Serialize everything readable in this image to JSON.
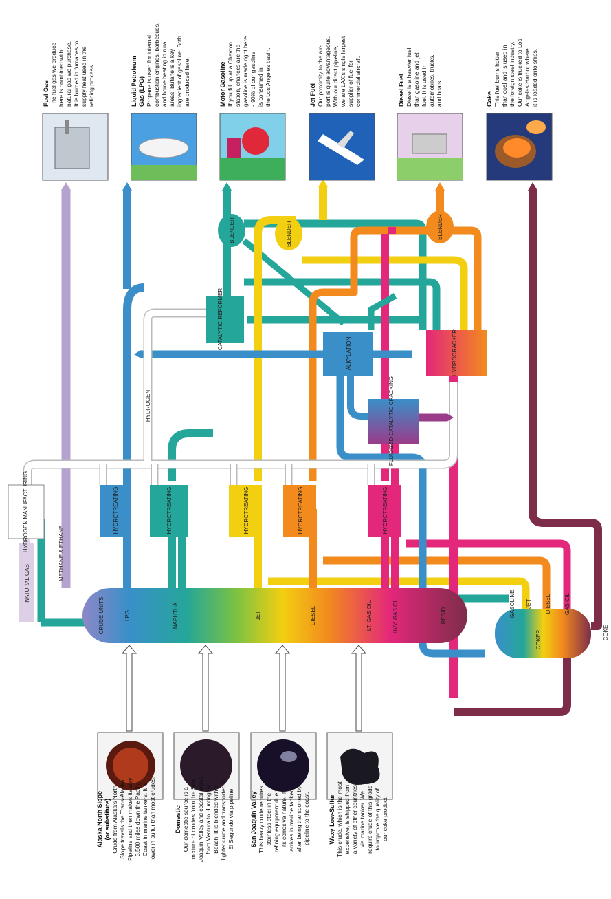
{
  "colors": {
    "purple": "#b6a2cf",
    "blue": "#3a8fc9",
    "teal": "#25a69a",
    "yellow": "#f2cf10",
    "orange": "#f28a1e",
    "magenta": "#e3277a",
    "maroon": "#7d2d4a",
    "white_pipe": "#ffffff"
  },
  "crude_units": {
    "title": "CRUDE UNITS",
    "streams": [
      "LPG",
      "NAPHTHA",
      "JET",
      "DIESEL",
      "LT. GAS OIL",
      "HVY. GAS OIL",
      "RESID"
    ],
    "methane": "METHANE & ETHANE"
  },
  "natural_gas": "NATURAL GAS",
  "hydrogen_manufacturing": "HYDROGEN MANUFACTURING",
  "hydrogen": "HYDROGEN",
  "hydrotreating": "HYDROTREATING",
  "units": {
    "catalytic_reformer": "CATALYTIC REFORMER",
    "alkylation": "ALKYLATION",
    "fcc": "FLUIDIZED CATALYTIC CRACKING",
    "hydrocracker": "HYDROCRACKER",
    "blender": "BLENDER"
  },
  "coker": {
    "title": "COKER",
    "streams": [
      "GASOLINE",
      "JET",
      "DIESEL",
      "GAS OIL"
    ],
    "coke": "COKE"
  },
  "products": [
    {
      "title": "Fuel Gas",
      "lines": [
        "The fuel gas we produce",
        "here is combined with",
        "natural gas we purchase.",
        "It is burned in furnaces to",
        "supply heat used in the",
        "refining process."
      ]
    },
    {
      "title": "Liquid Petroleum Gas (LPG)",
      "lines": [
        "Propane is used for internal",
        "combustion engines, barbecues,",
        "and home heating in rural",
        "areas. Butane is a key",
        "ingredient of gasoline. Both",
        "are produced here."
      ]
    },
    {
      "title": "Motor Gasoline",
      "lines": [
        "If you fill up at a Chevron",
        "station, chances are the",
        "gasoline is made right here",
        "- 90% of our gasoline",
        "is consumed in",
        "the Los Angeles basin."
      ]
    },
    {
      "title": "Jet Fuel",
      "lines": [
        "Our proximity to the air-",
        "port is quite advantageous.",
        "With our direct pipeline,",
        "we are LAX's single largest",
        "supplier of fuel for",
        "commercial aircraft."
      ]
    },
    {
      "title": "Diesel Fuel",
      "lines": [
        "Diesel is a heavier fuel",
        "than gasoline and jet",
        "fuel. It is used in",
        "automobiles, trucks,",
        "and boats."
      ]
    },
    {
      "title": "Coke",
      "lines": [
        "This fuel burns hotter",
        "than coal and is used in",
        "the foreign steel industry.",
        "Our coke is trucked to Los",
        "Angeles Harbor where",
        "it is loaded onto ships."
      ]
    }
  ],
  "crudes": [
    {
      "title": "Alaska North Slope (or substitute)",
      "lines": [
        "Crude from Alaska's North",
        "Slope travels the Trans-Alaska",
        "Pipeline and then makes its way",
        "3,500 miles down the Pacific",
        "Coast in marine tankers. It is",
        "lower in sulfur than most crudes."
      ]
    },
    {
      "title": "Domestic",
      "lines": [
        "Our domestic source is a",
        "mixture of crudes from the San",
        "Joaquin Valley and coastal areas",
        "from Ventura to Huntington",
        "Beach. It is blended with a",
        "lighter crude and transported to",
        "El Segundo via pipeline."
      ]
    },
    {
      "title": "San Joaquin Valley",
      "lines": [
        "This heavy crude requires",
        "stainless steel in the",
        "refining equipment due to",
        "its corrosive nature. It",
        "arrives in marine tankers",
        "after being transported by",
        "pipeline to the coast."
      ]
    },
    {
      "title": "Waxy Low-Sulfur",
      "lines": [
        "This crude, which is the most",
        "expensive, is shipped from",
        "a variety of other countries",
        "via marine tanker. We",
        "require crude of this grade",
        "to improve the quality of",
        "our coke product."
      ]
    }
  ]
}
